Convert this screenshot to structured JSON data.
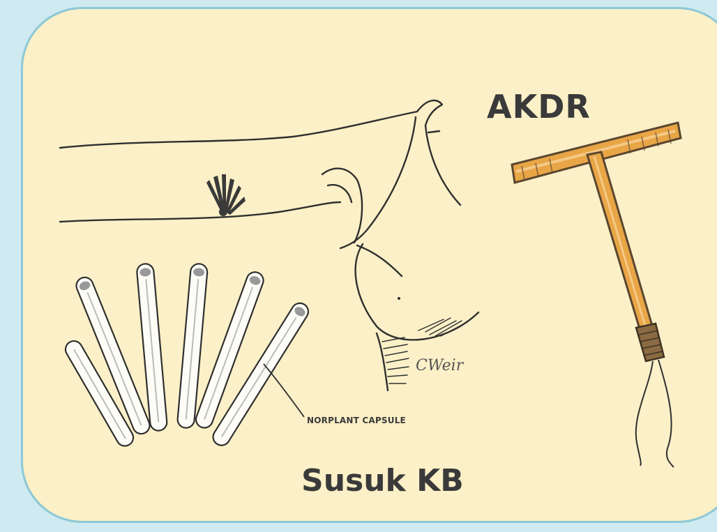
{
  "labels": {
    "iud": "AKDR",
    "implant": "Susuk KB",
    "implant_caption": "NORPLANT CAPSULE",
    "artist_signature": "CWeir"
  },
  "colors": {
    "background": "#cfeaf0",
    "panel": "#fbf0c7",
    "panel_border": "#8cc8d6",
    "iud_body": "#e9a646",
    "iud_edge": "#5a4630",
    "line_art": "#2f2f2f"
  },
  "illustrations": {
    "arm": "arm-inner-view-with-implant-fan",
    "iud": "t-shaped-iud",
    "capsules": "six-norplant-capsules"
  }
}
